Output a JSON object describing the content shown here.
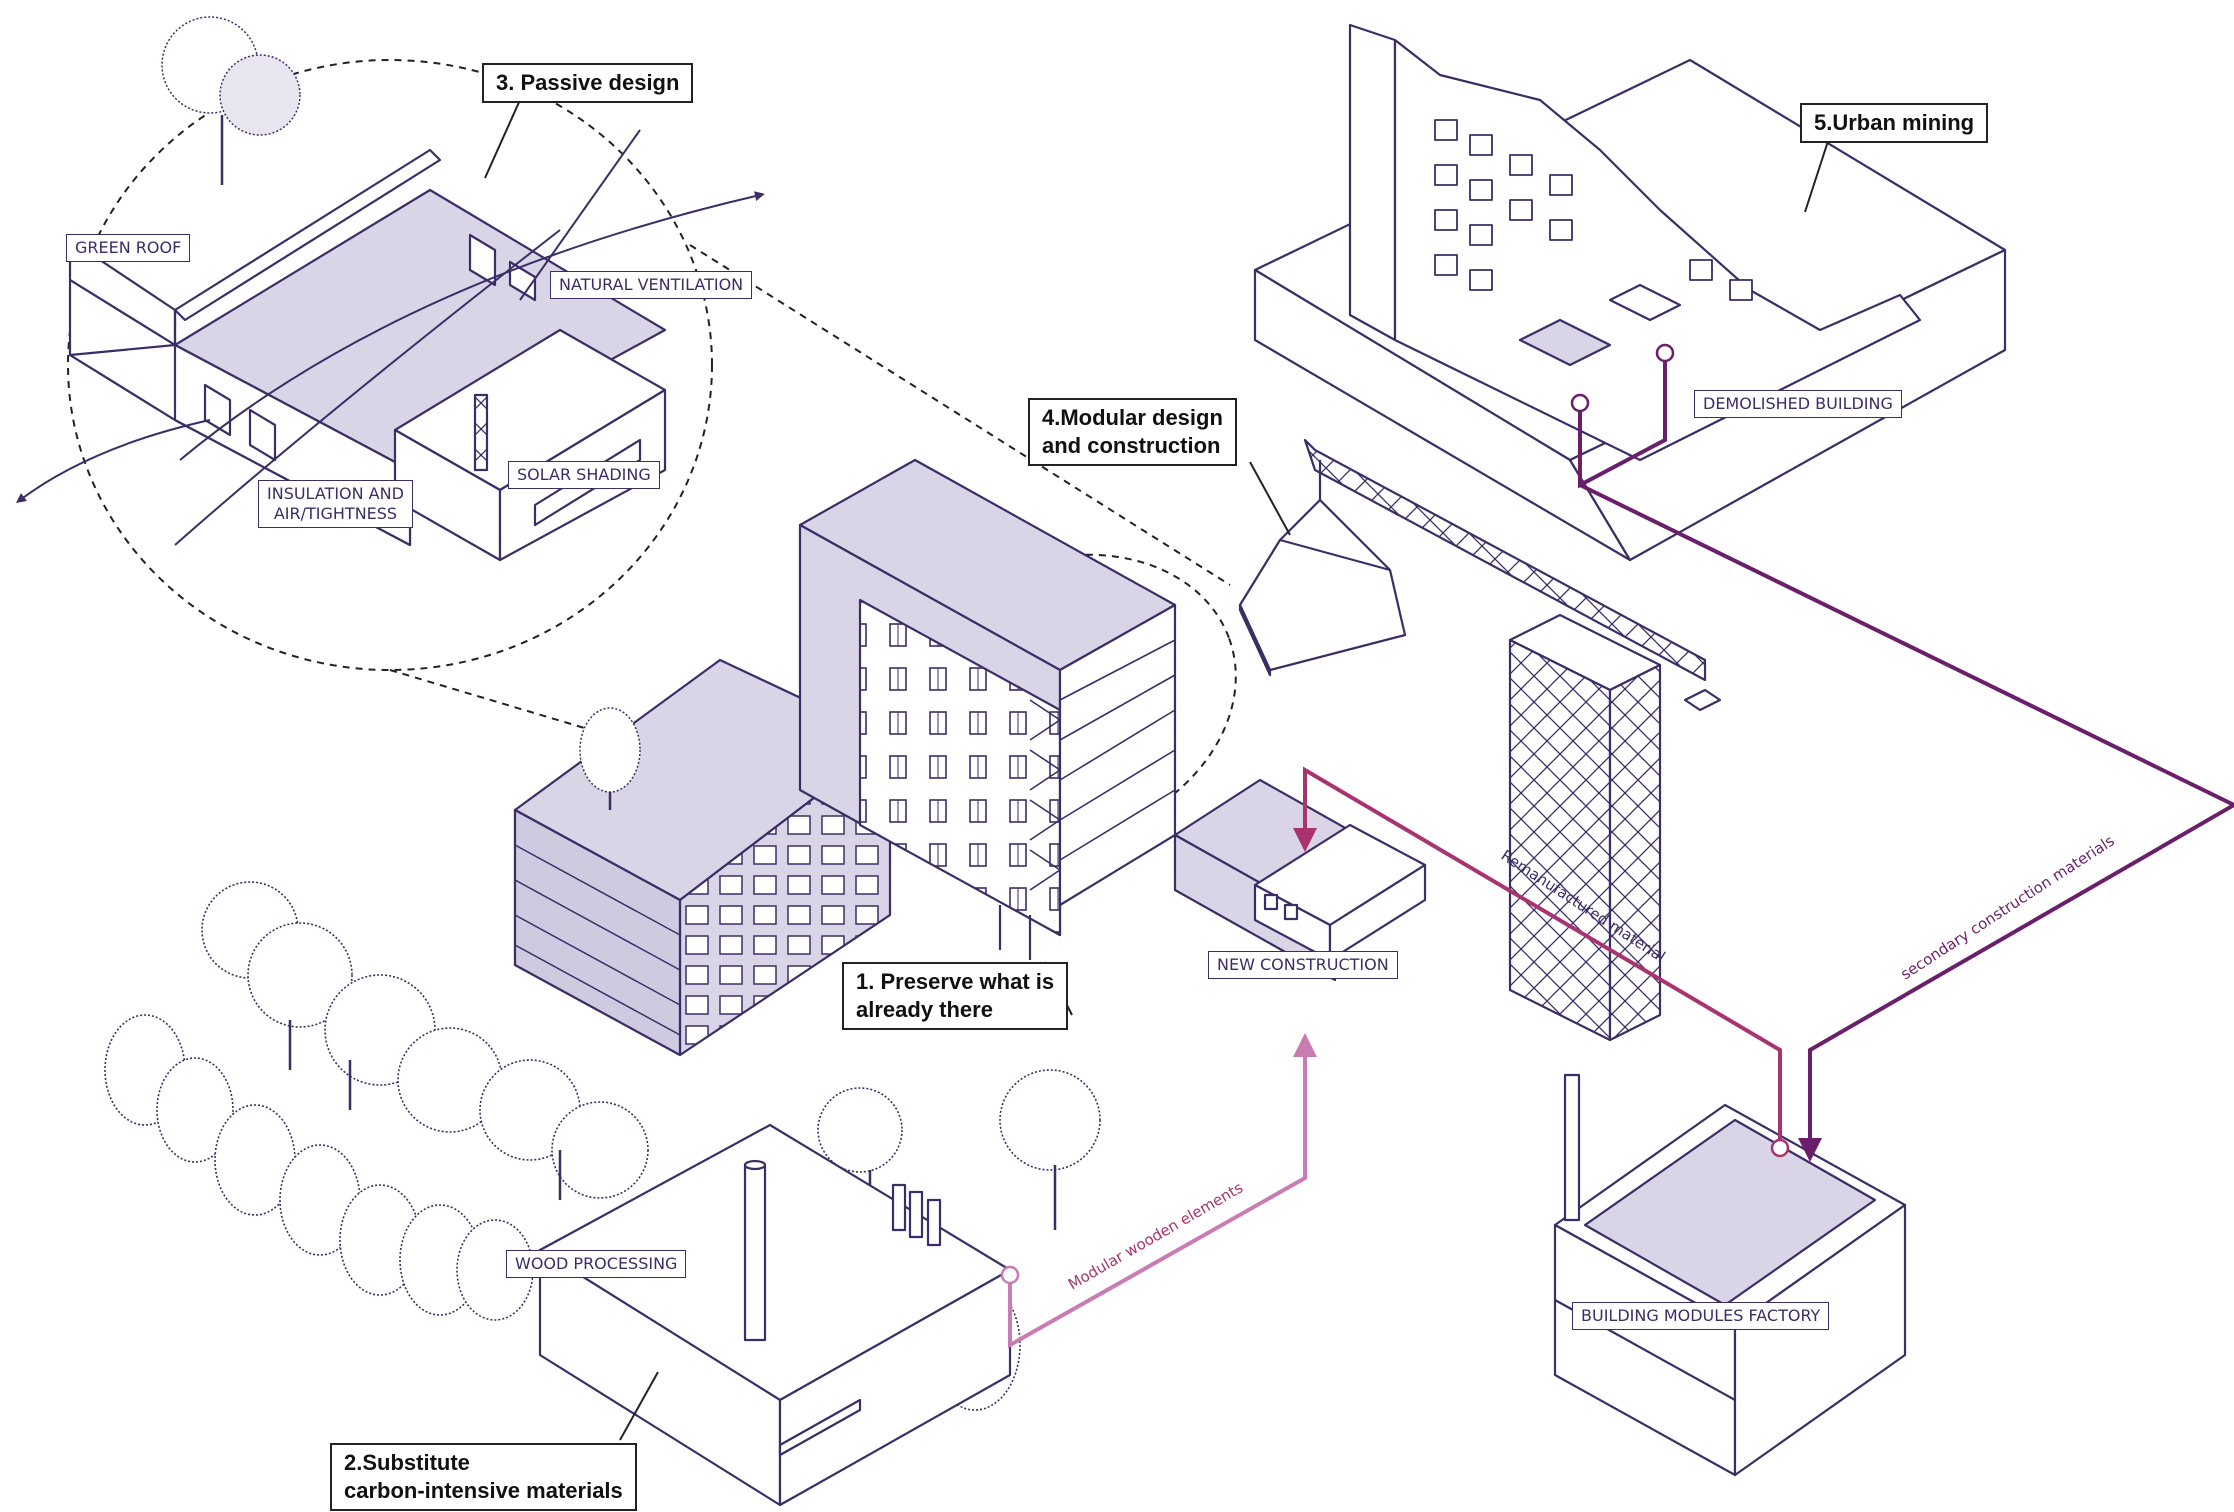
{
  "callouts": {
    "passive_design": "3. Passive design",
    "urban_mining": "5.Urban mining",
    "modular_design": [
      "4.Modular design",
      "and construction"
    ],
    "preserve": [
      "1. Preserve what is",
      "already there"
    ],
    "substitute": [
      "2.Substitute",
      "carbon-intensive materials"
    ]
  },
  "tags": {
    "green_roof": "GREEN ROOF",
    "natural_ventilation": "NATURAL VENTILATION",
    "insulation": [
      "INSULATION AND",
      "AIR/TIGHTNESS"
    ],
    "solar_shading": "SOLAR SHADING",
    "demolished_building": "DEMOLISHED BUILDING",
    "new_construction": "NEW CONSTRUCTION",
    "wood_processing": "WOOD PROCESSING",
    "factory": "BUILDING MODULES FACTORY"
  },
  "flows": {
    "modular_wooden": "Modular wooden elements",
    "remanufactured": "Remanufactured material",
    "secondary": "secondary construction materials"
  },
  "colors": {
    "line": "#3b2d66",
    "fill": "#d9d5e6",
    "flow_pink": "#c97bb4",
    "flow_magenta": "#a8336f",
    "flow_purple": "#6a1f6b"
  }
}
